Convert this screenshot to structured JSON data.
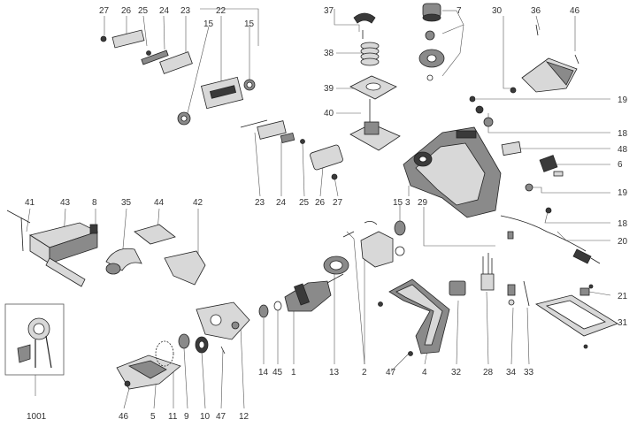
{
  "callouts": {
    "n27a": "27",
    "n26a": "26",
    "n25a": "25",
    "n24a": "24",
    "n23a": "23",
    "n22": "22",
    "n15a": "15",
    "n15b": "15",
    "n15c": "15",
    "n37": "37",
    "n38": "38",
    "n39": "39",
    "n40": "40",
    "n7": "7",
    "n30": "30",
    "n36": "36",
    "n46a": "46",
    "n19a": "19",
    "n18a": "18",
    "n48": "48",
    "n6": "6",
    "n19b": "19",
    "n18b": "18",
    "n20": "20",
    "n21": "21",
    "n31": "31",
    "n3": "3",
    "n29": "29",
    "n41": "41",
    "n43": "43",
    "n8": "8",
    "n35": "35",
    "n44": "44",
    "n42": "42",
    "n23b": "23",
    "n24b": "24",
    "n25b": "25",
    "n26b": "26",
    "n27b": "27",
    "n1001": "1001",
    "n46b": "46",
    "n5": "5",
    "n11": "11",
    "n9": "9",
    "n10": "10",
    "n47a": "47",
    "n12": "12",
    "n14": "14",
    "n45": "45",
    "n1": "1",
    "n13": "13",
    "n2": "2",
    "n47b": "47",
    "n4": "4",
    "n32": "32",
    "n28": "28",
    "n34": "34",
    "n33": "33"
  }
}
